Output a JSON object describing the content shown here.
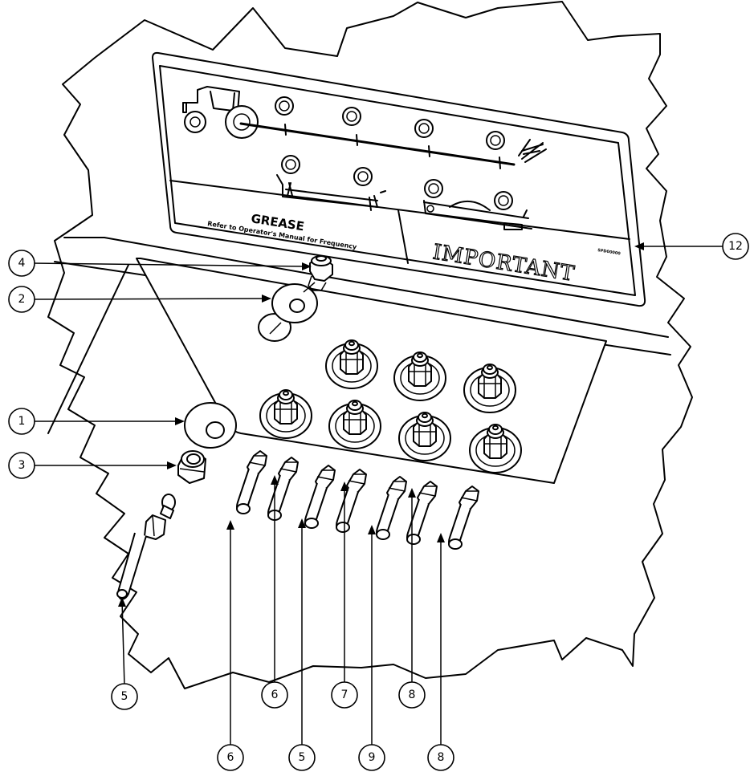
{
  "decal": {
    "title": "GREASE",
    "subtitle": "Refer to Operator's Manual for Frequency",
    "warning": "IMPORTANT",
    "part_number": "SPD00000"
  },
  "callouts": [
    {
      "id": "callout-4",
      "label": "4"
    },
    {
      "id": "callout-2",
      "label": "2"
    },
    {
      "id": "callout-12",
      "label": "12"
    },
    {
      "id": "callout-1",
      "label": "1"
    },
    {
      "id": "callout-3",
      "label": "3"
    },
    {
      "id": "callout-5-left",
      "label": "5"
    },
    {
      "id": "callout-6-a",
      "label": "6"
    },
    {
      "id": "callout-6-b",
      "label": "6"
    },
    {
      "id": "callout-5-mid",
      "label": "5"
    },
    {
      "id": "callout-7",
      "label": "7"
    },
    {
      "id": "callout-9",
      "label": "9"
    },
    {
      "id": "callout-8-a",
      "label": "8"
    },
    {
      "id": "callout-8-b",
      "label": "8"
    }
  ],
  "colors": {
    "line": "#000000",
    "background": "#ffffff"
  }
}
